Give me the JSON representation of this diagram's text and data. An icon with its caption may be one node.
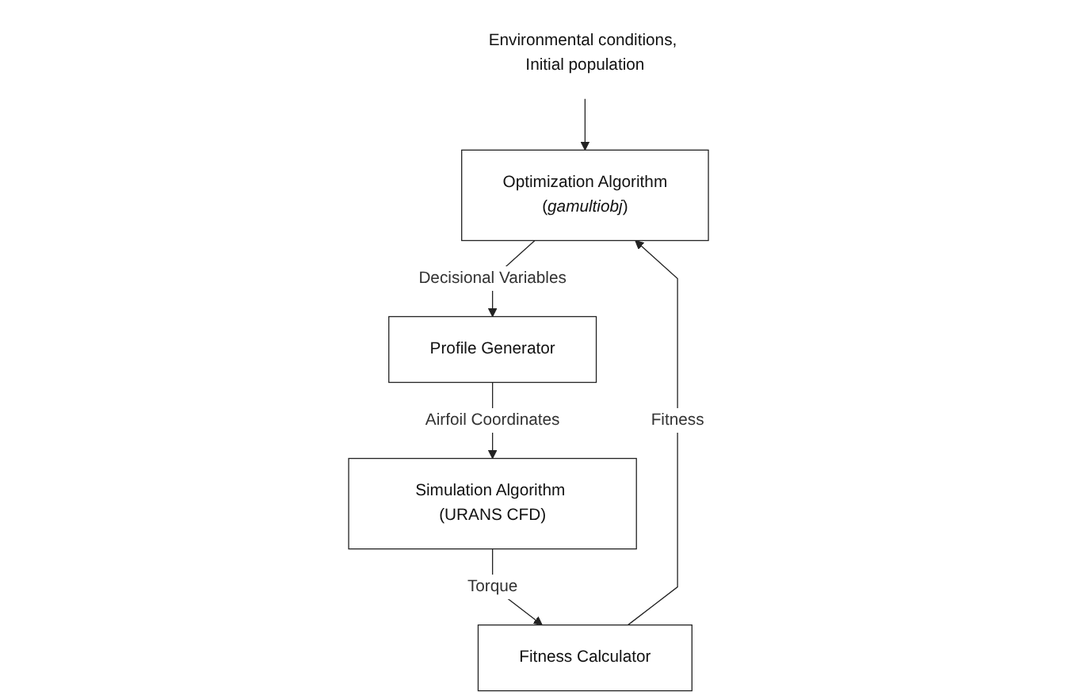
{
  "diagram": {
    "nodes": [
      {
        "text": [
          "Environmental conditions, Initial population"
        ]
      },
      {
        "text": [
          "Optimization Algorithm",
          "(*gamultiobj*)"
        ]
      },
      {
        "text": [
          "Profile Generator"
        ]
      },
      {
        "text": [
          "Simulation Algorithm (URANS CFD)"
        ]
      },
      {
        "text": [
          "Fitness Calculator"
        ]
      }
    ],
    "edges": [
      {
        "from": 0,
        "to": 1,
        "arrow": "to"
      },
      {
        "from": 1,
        "to": 2,
        "arrow": "to",
        "label": "Decisional Variables"
      },
      {
        "from": 2,
        "to": 3,
        "arrow": "to",
        "label": "Airfoil Coordinates"
      },
      {
        "from": 3,
        "to": 4,
        "arrow": "to",
        "label": "Torque"
      },
      {
        "from": 4,
        "to": 1,
        "arrow": "to",
        "label": "Fitness"
      }
    ]
  }
}
